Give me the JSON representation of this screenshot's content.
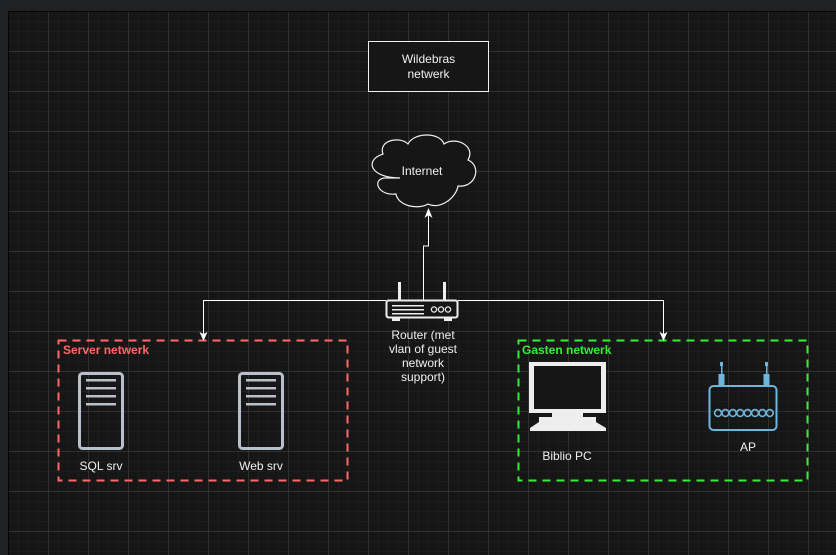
{
  "diagram": {
    "title": "Wildebras netwerk",
    "nodes": {
      "internet": {
        "label": "Internet",
        "icon": "cloud-icon"
      },
      "router": {
        "label": "Router (met vlan of guest network support)",
        "icon": "router-icon"
      },
      "sql_server": {
        "label": "SQL srv",
        "icon": "server-icon"
      },
      "web_server": {
        "label": "Web srv",
        "icon": "server-icon"
      },
      "biblio_pc": {
        "label": "Biblio PC",
        "icon": "monitor-icon"
      },
      "access_point": {
        "label": "AP",
        "icon": "wireless-access-point-icon"
      }
    },
    "groups": {
      "server": {
        "label": "Server netwerk",
        "color": "#ff6666"
      },
      "guest": {
        "label": "Gasten netwerk",
        "color": "#33ee33"
      }
    },
    "edges": [
      {
        "from": "router",
        "to": "internet"
      },
      {
        "from": "router",
        "to": "server"
      },
      {
        "from": "router",
        "to": "guest"
      }
    ],
    "colors": {
      "background": "#161616",
      "line": "#ffffff",
      "server_icon": "#b8c0cc",
      "ap_icon": "#6eb6dc"
    }
  }
}
